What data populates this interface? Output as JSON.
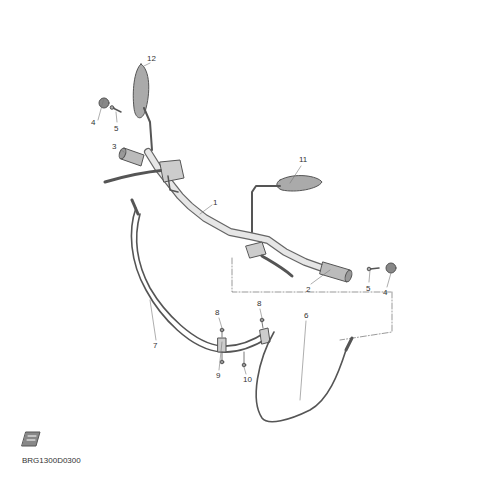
{
  "diagram": {
    "labels": [
      "12",
      "4",
      "5",
      "3",
      "1",
      "11",
      "2",
      "5",
      "4",
      "8",
      "8",
      "7",
      "6",
      "9",
      "10",
      "BRG1300D0300"
    ]
  }
}
